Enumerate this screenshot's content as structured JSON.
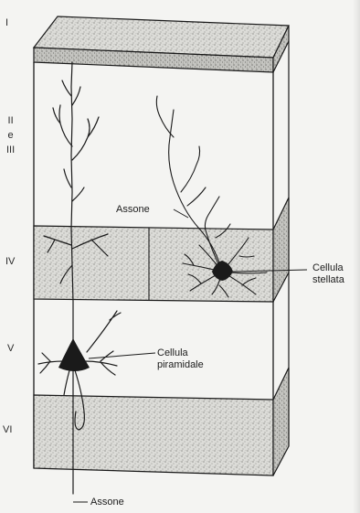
{
  "layers": [
    {
      "id": "layer-1",
      "label": "I"
    },
    {
      "id": "layer-2-3",
      "label": "II\ne\nIII"
    },
    {
      "id": "layer-4",
      "label": "IV"
    },
    {
      "id": "layer-5",
      "label": "V"
    },
    {
      "id": "layer-6",
      "label": "VI"
    }
  ],
  "labels": {
    "axon_top": "Assone",
    "stellate_cell": "Cellula\nstellata",
    "pyramidal_cell": "Cellula\npiramidale",
    "axon_bottom": "Assone"
  },
  "colors": {
    "ink": "#1a1a1a",
    "stipple_fill": "#cfcfcb",
    "background": "#f4f4f2"
  }
}
